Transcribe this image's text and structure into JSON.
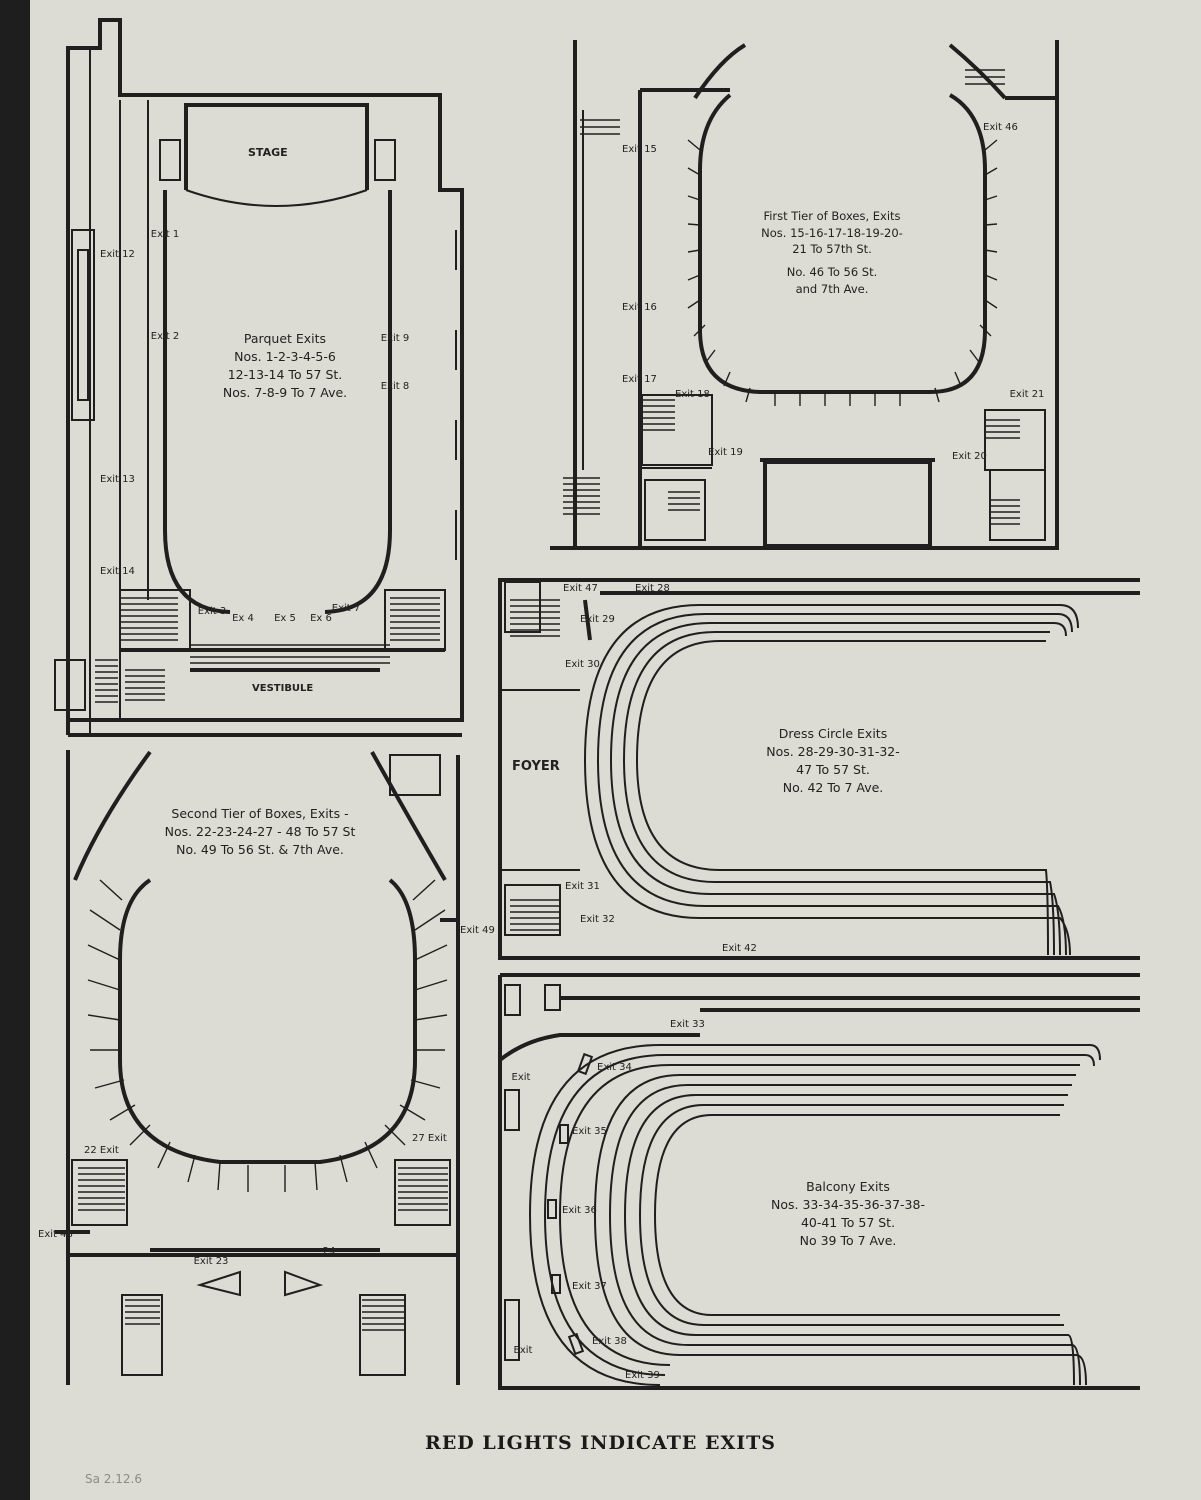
{
  "caption": "RED LIGHTS INDICATE EXITS",
  "catalog_mark": "Sa 2.12.6",
  "colors": {
    "paper": "#dcdbd4",
    "ink": "#1f1f1f",
    "background": "#1e1e1e"
  },
  "parquet": {
    "stage": "STAGE",
    "vestibule": "VESTIBULE",
    "title": [
      "Parquet Exits",
      "Nos. 1-2-3-4-5-6",
      "12-13-14 To 57 St.",
      "Nos. 7-8-9 To 7 Ave."
    ],
    "exits": [
      "Exit 1",
      "Exit 2",
      "Exit 3",
      "Ex 4",
      "Ex 5",
      "Ex 6",
      "Exit 7",
      "Exit 8",
      "Exit 9",
      "Exit 12",
      "Exit 13",
      "Exit 14"
    ]
  },
  "first_tier": {
    "title": [
      "First Tier of Boxes, Exits",
      "Nos. 15-16-17-18-19-20-",
      "21 To 57th St.",
      "No. 46 To 56 St.",
      "and 7th Ave."
    ],
    "exits": [
      "Exit 15",
      "Exit 16",
      "Exit 17",
      "Exit 18",
      "Exit 19",
      "Exit 20",
      "Exit 21",
      "Exit 46"
    ]
  },
  "dress_circle": {
    "foyer": "FOYER",
    "title": [
      "Dress Circle Exits",
      "Nos. 28-29-30-31-32-",
      "47 To 57 St.",
      "No. 42 To 7 Ave."
    ],
    "exits": [
      "Exit 47",
      "Exit 28",
      "Exit 29",
      "Exit 30",
      "Exit 31",
      "Exit 32",
      "Exit 42"
    ]
  },
  "second_tier": {
    "title": [
      "Second Tier of Boxes, Exits -",
      "Nos. 22-23-24-27 - 48 To 57 St",
      "No. 49 To 56 St. & 7th Ave."
    ],
    "exits": [
      "22 Exit",
      "27 Exit",
      "Exit 48",
      "Exit 49",
      "Exit 23",
      "24"
    ]
  },
  "balcony": {
    "title": [
      "Balcony Exits",
      "Nos. 33-34-35-36-37-38-",
      "40-41 To 57 St.",
      "No 39 To 7 Ave."
    ],
    "exits": [
      "Exit 33",
      "Exit 34",
      "Exit 35",
      "Exit 36",
      "Exit 37",
      "Exit 38",
      "Exit 39",
      "Exit",
      "Exit"
    ]
  }
}
